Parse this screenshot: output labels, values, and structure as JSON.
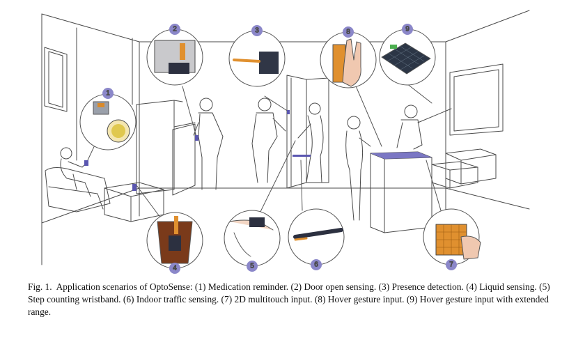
{
  "figure": {
    "markers": [
      "1",
      "2",
      "3",
      "4",
      "5",
      "6",
      "7",
      "8",
      "9"
    ],
    "accent_color": "#8b87c9",
    "sensor_color": "#5a56b0",
    "line_color": "#4a4a4a"
  },
  "caption": {
    "label": "Fig. 1.",
    "text": "Application scenarios of OptoSense: (1) Medication reminder. (2) Door open sensing. (3) Presence detection. (4) Liquid sensing. (5) Step counting wristband. (6) Indoor traffic sensing. (7) 2D multitouch input. (8) Hover gesture input. (9) Hover gesture input with extended range."
  }
}
